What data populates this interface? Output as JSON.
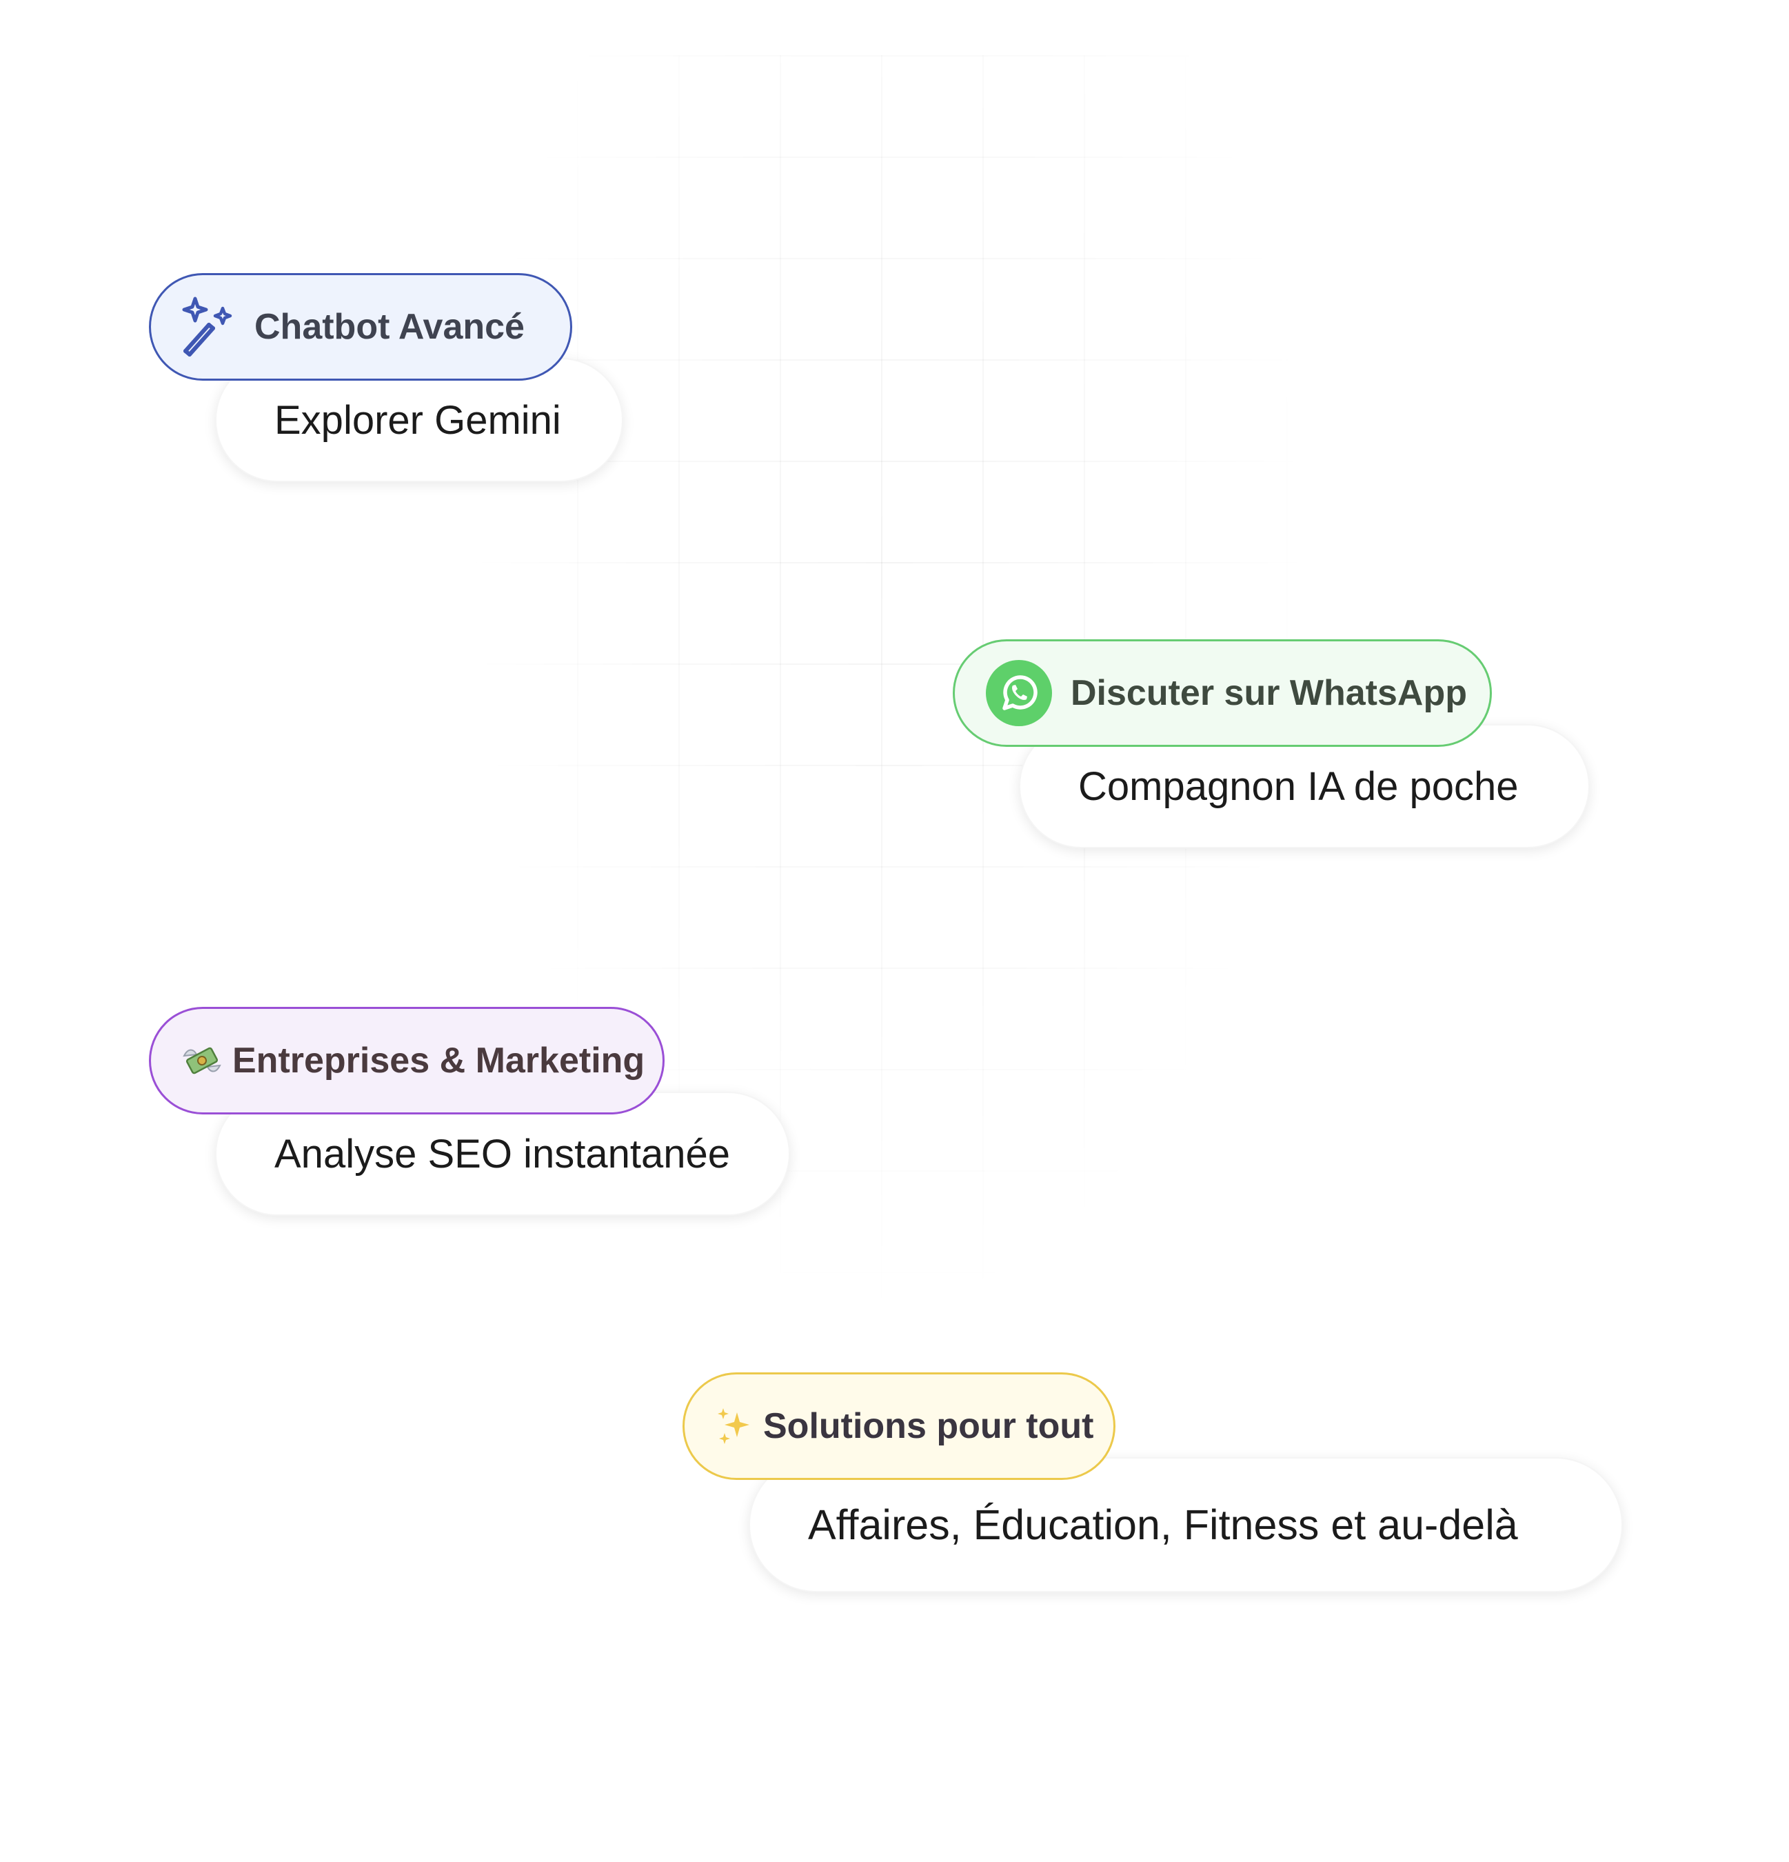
{
  "cards": [
    {
      "tag_label": "Chatbot Avancé",
      "tag_icon": "magic-wand-icon",
      "description": "Explorer Gemini",
      "accent": "#3f57b3"
    },
    {
      "tag_label": "Discuter sur WhatsApp",
      "tag_icon": "whatsapp-icon",
      "description": "Compagnon IA de poche",
      "accent": "#66cc72"
    },
    {
      "tag_label": "Entreprises & Marketing",
      "tag_icon": "money-wings-icon",
      "description": "Analyse SEO instantanée",
      "accent": "#9a4fd6"
    },
    {
      "tag_label": "Solutions pour tout",
      "tag_icon": "sparkles-icon",
      "description": "Affaires, Éducation, Fitness et au-delà",
      "accent": "#ecc94b"
    }
  ]
}
